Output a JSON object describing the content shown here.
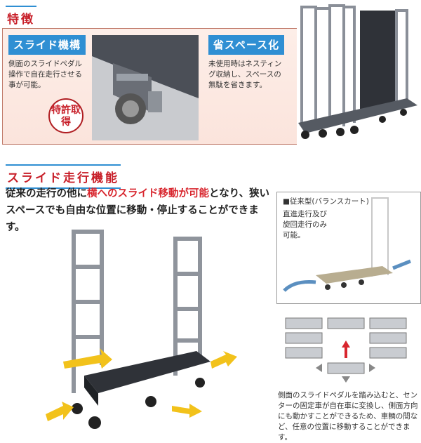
{
  "features": {
    "title": "特徴",
    "slide": {
      "label": "スライド機構",
      "text": "側面のスライドペダル操作で自在走行させる事が可能。",
      "stamp": "特許取得"
    },
    "space": {
      "label": "省スペース化",
      "text": "未使用時はネスティング収納し、スペースの無駄を省きます。"
    }
  },
  "slide_travel": {
    "title": "スライド走行機能",
    "lead_pre": "従来の走行の他に",
    "lead_highlight": "横へのスライド移動が可能",
    "lead_post": "となり、狭いスペースでも自由な位置に移動・停止することができます。",
    "conventional": {
      "heading": "■従来型(バランスカート)",
      "text": "直進走行及び旋回走行のみ可能。"
    },
    "description": "側面のスライドペダルを踏み込むと、センターの固定車が自在車に変換し、側面方向にも動かすことができるため、車輌の間など、任意の位置に移動することができます。"
  },
  "colors": {
    "accent_red": "#c8202a",
    "label_blue": "#2f8fd3",
    "arrow_yellow": "#f2c21b",
    "arrow_red": "#d8262e"
  }
}
